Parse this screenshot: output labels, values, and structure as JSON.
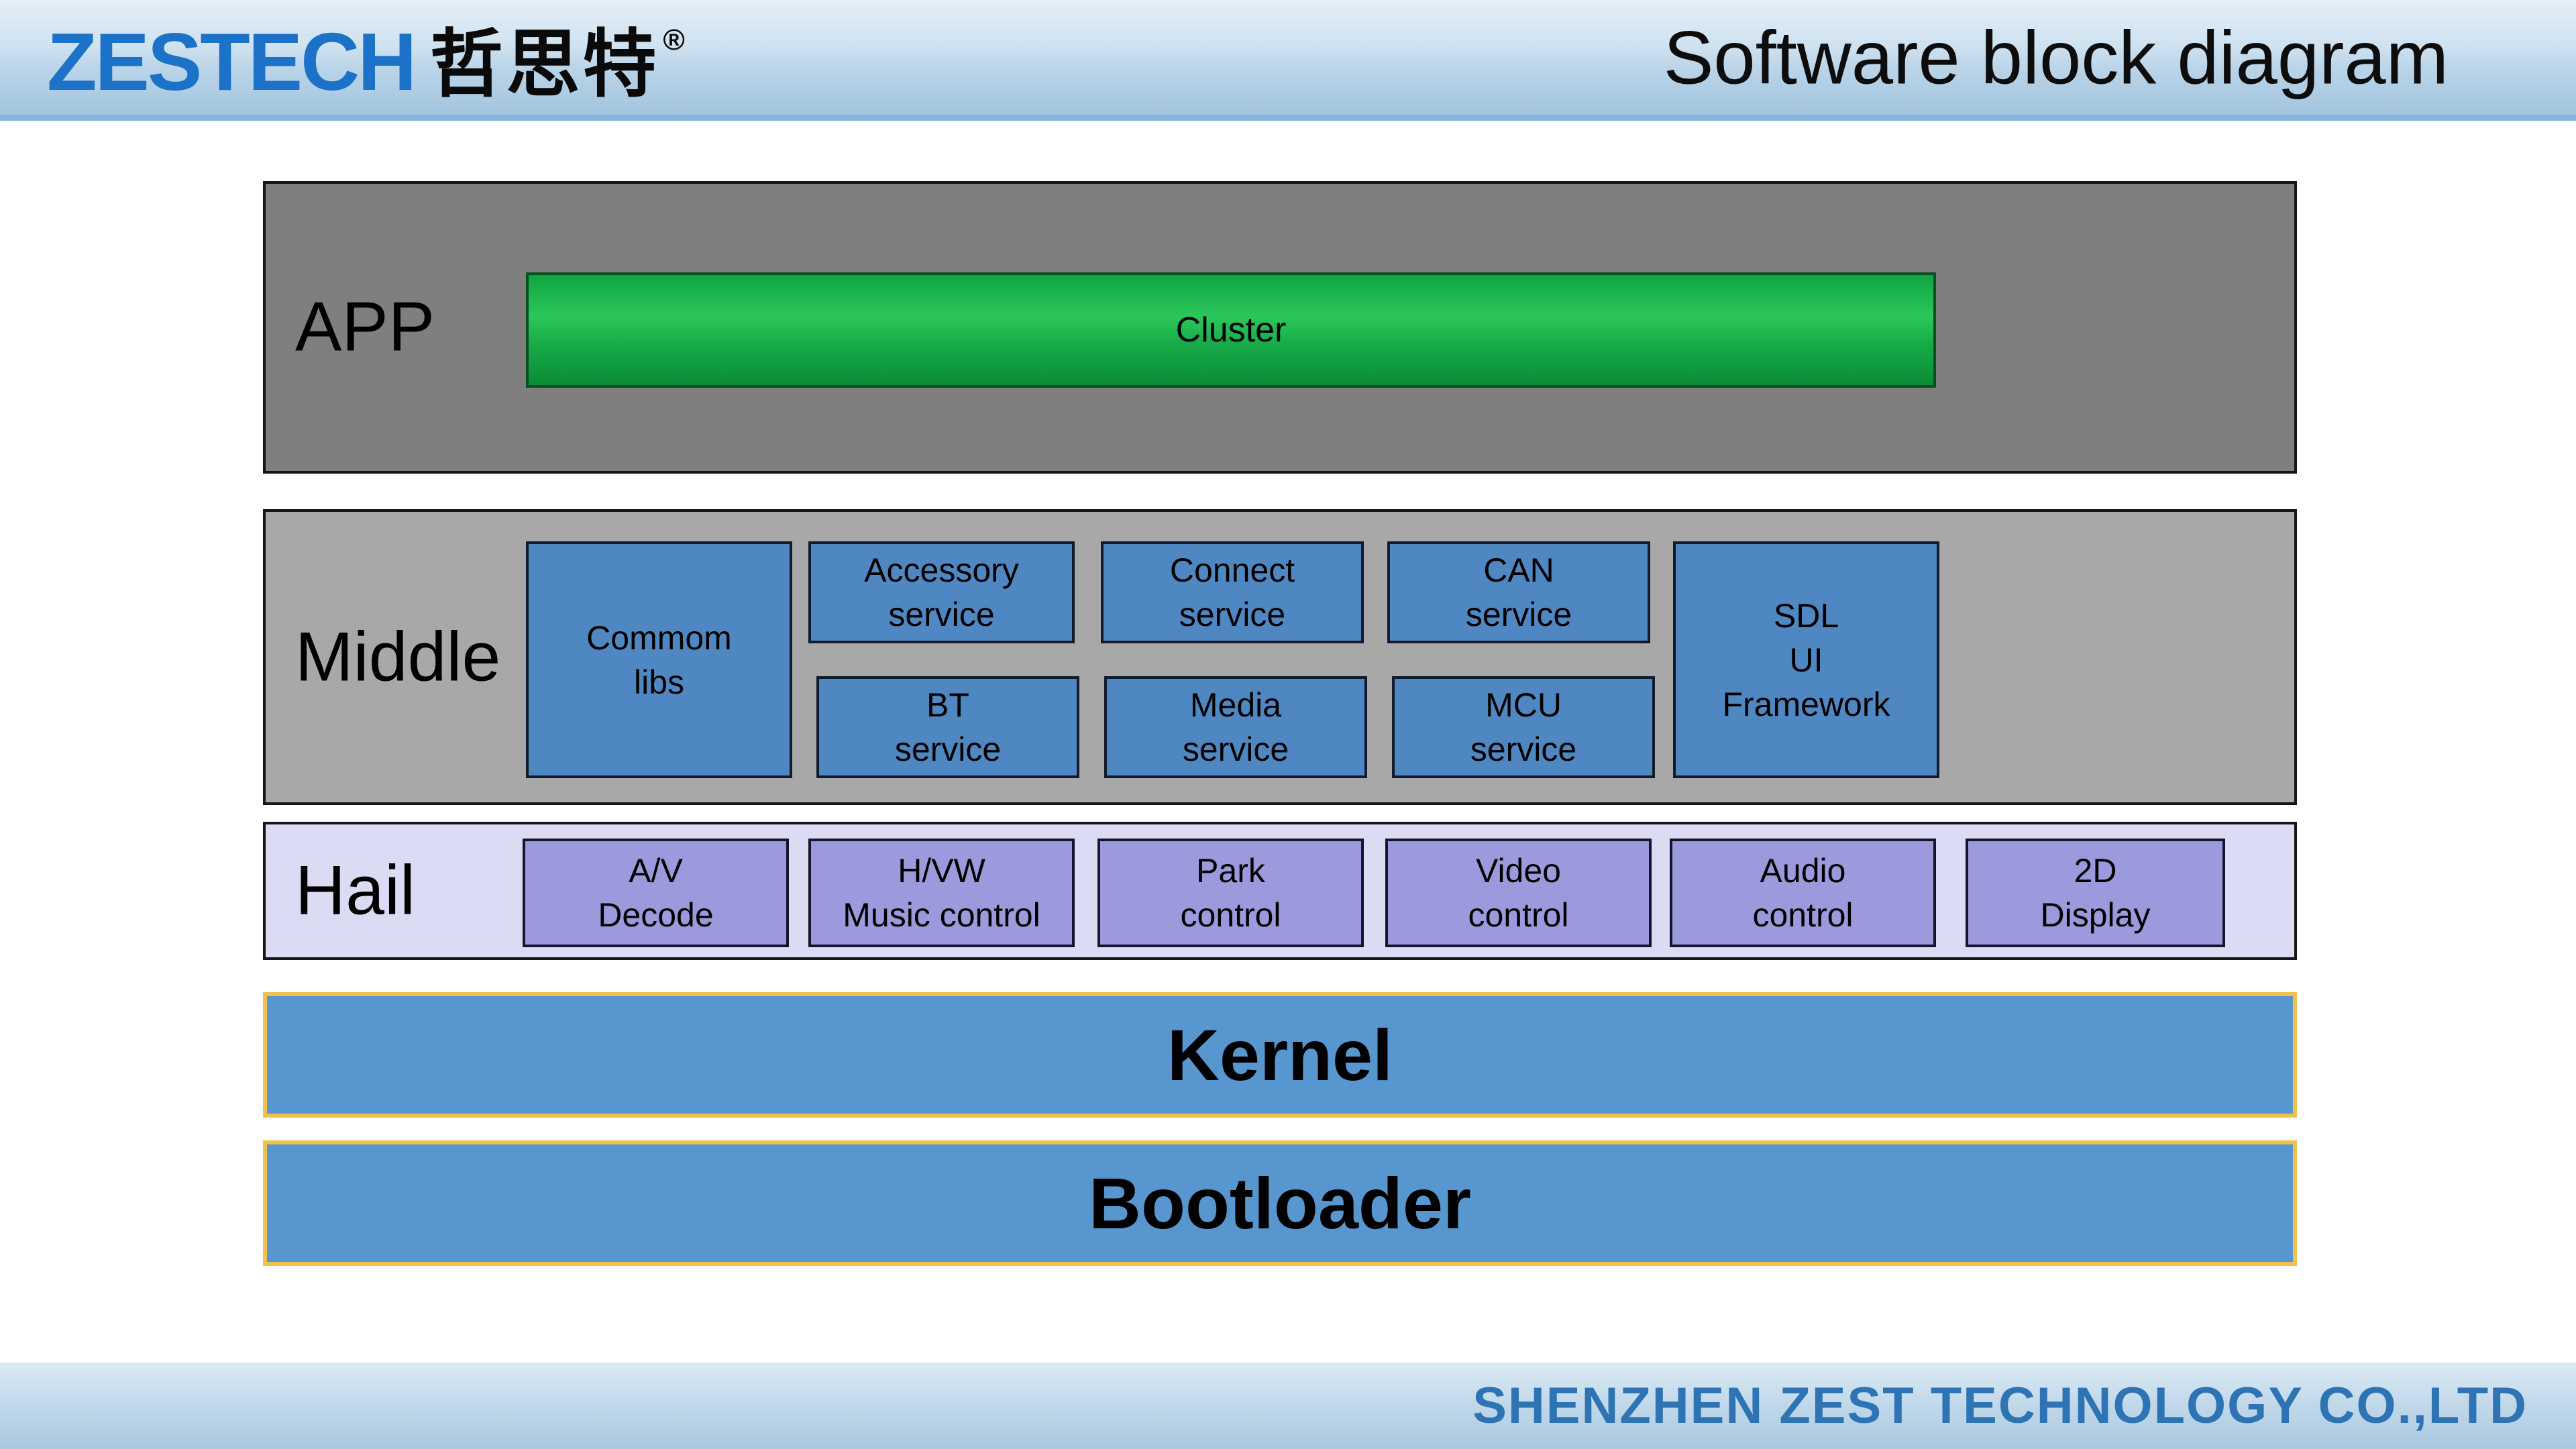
{
  "header": {
    "logo_en": "ZESTECH",
    "logo_cn": "哲思特",
    "registered_mark": "®",
    "title": "Software block diagram"
  },
  "app": {
    "label": "APP",
    "cluster": "Cluster"
  },
  "middle": {
    "label": "Middle",
    "common_libs": "Commom\nlibs",
    "row1": [
      "Accessory\nservice",
      "Connect\nservice",
      "CAN\nservice"
    ],
    "row2": [
      "BT\nservice",
      "Media\nservice",
      "MCU\nservice"
    ],
    "sdl": "SDL\nUI\nFramework"
  },
  "hail": {
    "label": "Hail",
    "blocks": [
      "A/V\nDecode",
      "H/VW\nMusic control",
      "Park\ncontrol",
      "Video\ncontrol",
      "Audio\ncontrol",
      "2D\nDisplay"
    ]
  },
  "kernel": {
    "label": "Kernel"
  },
  "bootloader": {
    "label": "Bootloader"
  },
  "footer": {
    "company": "SHENZHEN ZEST TECHNOLOGY CO.,LTD"
  },
  "colors": {
    "logo_blue": "#1b72c8",
    "app_layer_gray": "#7f7f7f",
    "middle_layer_gray": "#a8a8a8",
    "service_block_blue": "#4e87c1",
    "cluster_green": "#18ac49",
    "hail_layer_lavender": "#dbdbf4",
    "hail_block_purple": "#9b9adc",
    "kernel_blue": "#5896d0",
    "gold_border": "#f0c24b",
    "header_blue": "#a3c5df",
    "footer_text_blue": "#2e74b5"
  }
}
